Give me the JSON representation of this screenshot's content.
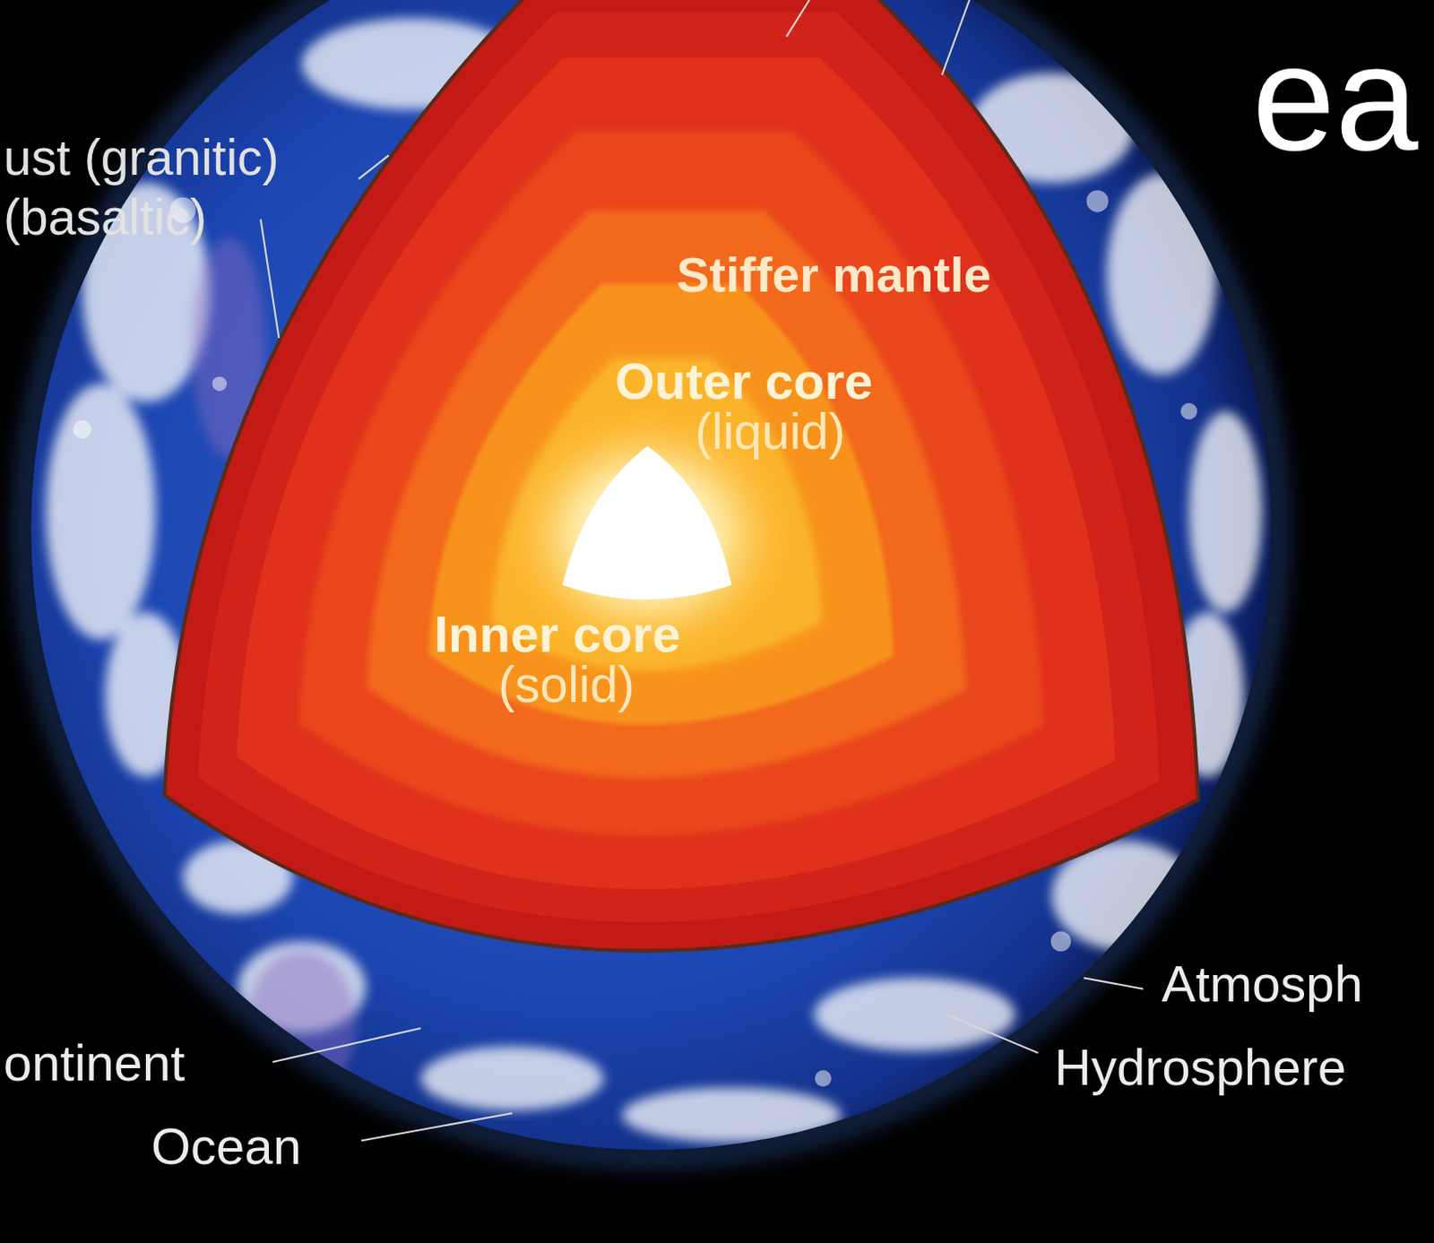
{
  "diagram": {
    "labels": [
      "ust (granitic)",
      "(basaltic)",
      "ea",
      "Stiffer mantle",
      "Outer core",
      "(liquid)",
      "Inner core",
      "(solid)",
      "ontinent",
      "Ocean",
      "Atmosph",
      "Hydrosphere"
    ]
  }
}
